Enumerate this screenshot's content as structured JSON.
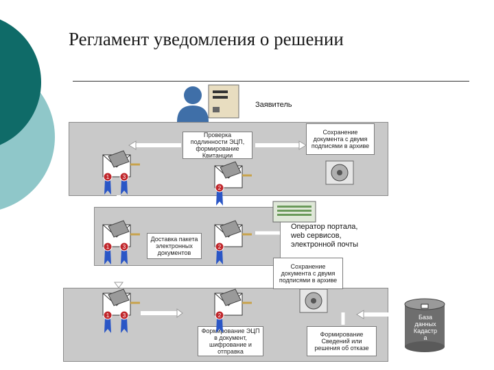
{
  "slide": {
    "title": "Регламент уведомления о решении"
  },
  "diagram": {
    "applicant_label": "Заявитель",
    "operator_label": "Оператор портала,\nweb сервисов,\nэлектронной почты",
    "database_label": "База\nданных\nКадастр\nа",
    "boxes": {
      "verify": "Проверка подлинности ЭЦП, формирование Квитанции",
      "save_top": "Сохранение документа с двумя подписями в архиве",
      "delivery": "Доставка пакета электронных документов",
      "save_mid": "Сохранение документа с двумя подписями в архиве",
      "sign_send": "Формирование ЭЦП в документ, шифрование и отправка",
      "form_decision": "Формирование Сведений или решения об отказе"
    },
    "badges": [
      "1",
      "3",
      "2"
    ]
  },
  "colors": {
    "teal_dark": "#0f6b68",
    "teal_light": "#8fc7c9",
    "band": "#c9c9c9",
    "badge_red": "#c0262b",
    "ribbon_blue": "#2a56c6"
  }
}
